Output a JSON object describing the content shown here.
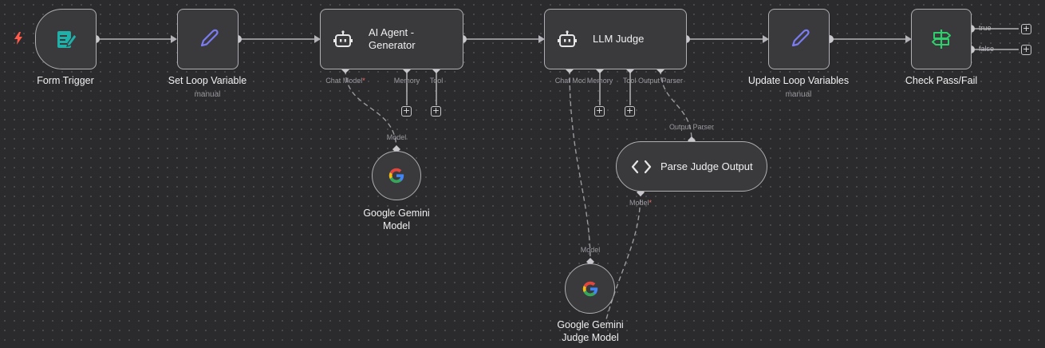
{
  "nodes": {
    "form_trigger": {
      "title": "Form Trigger"
    },
    "set_loop": {
      "title": "Set Loop Variable",
      "subtitle": "manual"
    },
    "ai_agent": {
      "title": "AI Agent - Generator",
      "ports": {
        "chat_model": "Chat Model",
        "memory": "Memory",
        "tool": "Tool"
      }
    },
    "llm_judge": {
      "title": "LLM Judge",
      "ports": {
        "chat_model": "Chat Model",
        "memory": "Memory",
        "tool": "Tool",
        "output_parser": "Output Parser"
      }
    },
    "update_loop": {
      "title": "Update Loop Variables",
      "subtitle": "manual"
    },
    "check": {
      "title": "Check Pass/Fail",
      "branches": {
        "true": "true",
        "false": "false"
      }
    },
    "gemini": {
      "title_line1": "Google Gemini",
      "title_line2": "Model",
      "port": "Model"
    },
    "parser": {
      "title": "Parse Judge Output",
      "port_top": "Output Parser",
      "port_bottom": "Model"
    },
    "gemini_judge": {
      "title_line1": "Google Gemini",
      "title_line2": "Judge Model",
      "port": "Model"
    }
  },
  "colors": {
    "canvas": "#2b2b2d",
    "node_fill": "#3a3a3d",
    "node_border": "#aeaeb3",
    "trigger_icon": "#1fb0a9",
    "set_icon": "#7b7bf2",
    "if_icon": "#2fd06b",
    "bolt": "#ff5a4a",
    "required": "#ff6a6a"
  },
  "icons": {
    "trigger": "form-icon",
    "set": "pencil-icon",
    "agent": "robot-icon",
    "gemini": "google-g-icon",
    "code": "code-brackets-icon",
    "if": "signpost-icon",
    "bolt": "lightning-icon"
  }
}
